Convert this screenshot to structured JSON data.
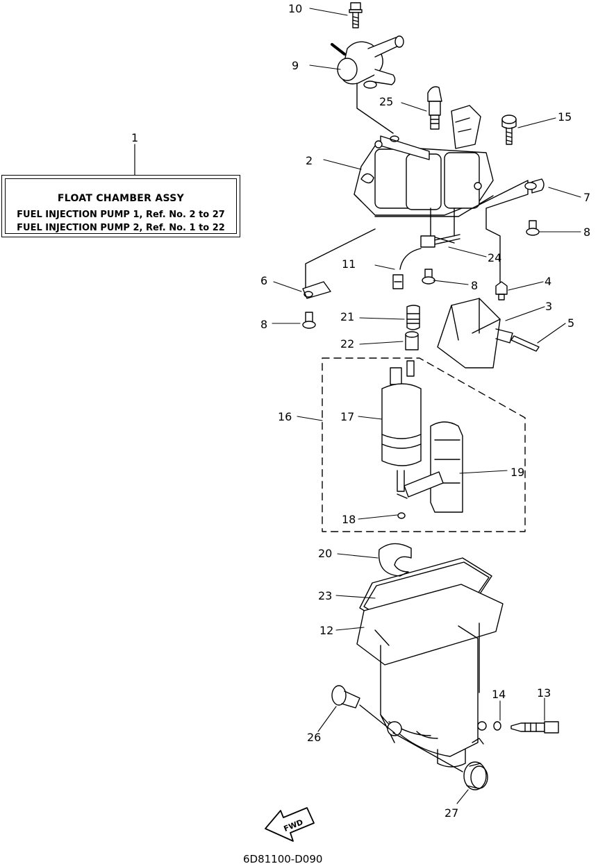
{
  "legend": {
    "title": "FLOAT CHAMBER ASSY",
    "pump1": "FUEL INJECTION PUMP 1,  Ref. No. 2 to 27",
    "pump2": "FUEL INJECTION PUMP 2,  Ref. No. 1 to 22"
  },
  "callouts": {
    "c1": "1",
    "c2": "2",
    "c3": "3",
    "c4": "4",
    "c5": "5",
    "c6": "6",
    "c7": "7",
    "c8a": "8",
    "c8b": "8",
    "c8c": "8",
    "c9": "9",
    "c10": "10",
    "c11": "11",
    "c12": "12",
    "c13": "13",
    "c14": "14",
    "c15": "15",
    "c16": "16",
    "c17": "17",
    "c18": "18",
    "c19": "19",
    "c20": "20",
    "c21": "21",
    "c22": "22",
    "c23": "23",
    "c24": "24",
    "c25": "25",
    "c26": "26",
    "c27": "27"
  },
  "fwd_arrow": {
    "label": "FWD"
  },
  "drawing_code": "6D81100-D090"
}
